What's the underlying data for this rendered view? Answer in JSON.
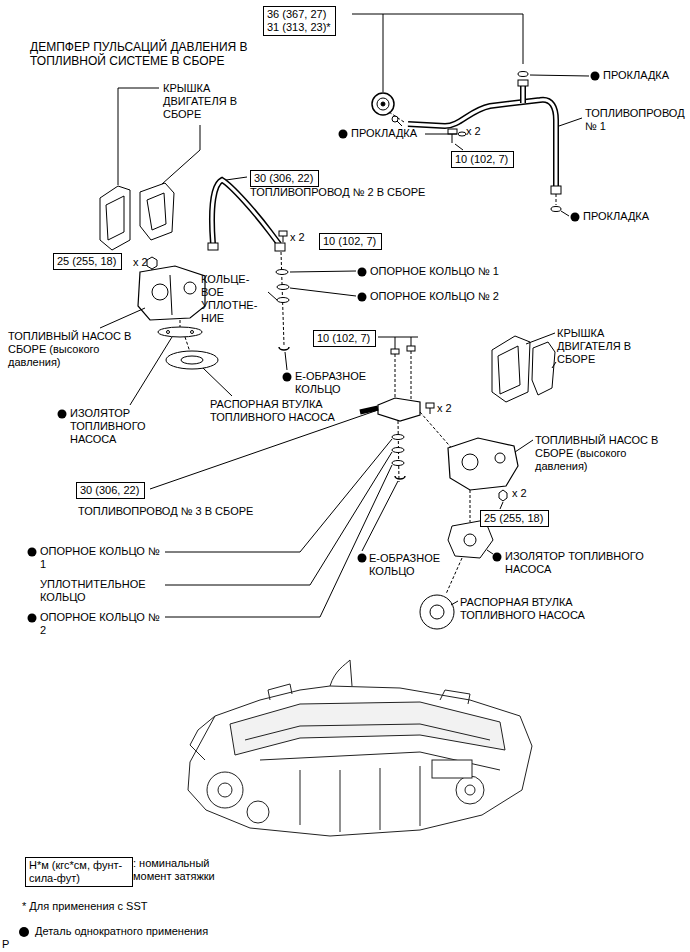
{
  "diagram": {
    "nodes": [
      {
        "text": [
          "36 (367, 27)",
          "31 (313, 23)*"
        ]
      },
      {
        "text": [
          "10 (102, 7)"
        ]
      },
      {
        "text": [
          "30 (306, 22)"
        ]
      },
      {
        "text": [
          "10 (102, 7)"
        ]
      },
      {
        "text": [
          "25 (255, 18)"
        ]
      },
      {
        "text": [
          "10 (102, 7)"
        ]
      },
      {
        "text": [
          "30 (306, 22)"
        ]
      },
      {
        "text": [
          "25 (255, 18)"
        ]
      },
      {
        "text": [
          "Н*м (кгс*см, фунт-сила-фут)"
        ]
      }
    ],
    "labels": [
      "ДЕМПФЕР ПУЛЬСАЦИЙ ДАВЛЕНИЯ В ТОПЛИВНОЙ СИСТЕМЕ В СБОРЕ",
      "ПРОКЛАДКА",
      "x 2",
      "КРЫШКА ДВИГАТЕЛЯ В СБОРЕ",
      "ПРОКЛАДКА",
      "ТОПЛИВОПРОВОД № 1",
      "ПРОКЛАДКА",
      "ТОПЛИВОПРОВОД № 2 В СБОРЕ",
      "x 2",
      "x 2",
      "КОЛЬЦЕ- ВОЕ УПЛОТНЕ- НИЕ",
      "ОПОРНОЕ КОЛЬЦО № 1",
      "ОПОРНОЕ КОЛЬЦО № 2",
      "ТОПЛИВНЫЙ НАСОС В СБОРЕ (высокого давления)",
      "Е-ОБРАЗНОЕ КОЛЬЦО",
      "КРЫШКА ДВИГАТЕЛЯ В СБОРЕ",
      "x 2",
      "РАСПОРНАЯ ВТУЛКА ТОПЛИВНОГО НАСОСА",
      "ИЗОЛЯТОР ТОПЛИВНОГО НАСОСА",
      "ТОПЛИВНЫЙ НАСОС В СБОРЕ (высокого давления)",
      "x 2",
      "ТОПЛИВОПРОВОД № 3 В СБОРЕ",
      "ОПОРНОЕ КОЛЬЦО № 1",
      "Е-ОБРАЗНОЕ КОЛЬЦО",
      "ИЗОЛЯТОР ТОПЛИВНОГО НАСОСА",
      "УПЛОТНИТЕЛЬНОЕ КОЛЬЦО",
      "РАСПОРНАЯ ВТУЛКА ТОПЛИВНОГО НАСОСА",
      "ОПОРНОЕ КОЛЬЦО № 2",
      "* Для применения с SST",
      "P"
    ],
    "legend": [
      {
        "text": ": номинальный момент затяжки"
      },
      {
        "text": "Деталь однократного применения"
      }
    ]
  }
}
